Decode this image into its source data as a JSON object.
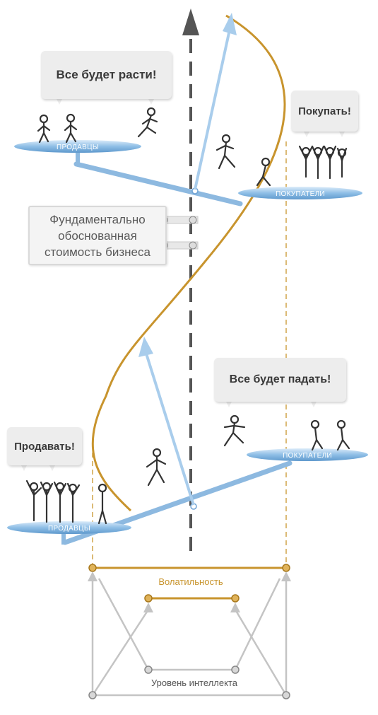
{
  "bubbles": {
    "top_left": "Все будет расти!",
    "top_right": "Покупать!",
    "mid_right": "Все будет падать!",
    "bottom_left": "Продавать!"
  },
  "plates": {
    "top_left": "ПРОДАВЦЫ",
    "top_right": "ПОКУПАТЕЛИ",
    "mid_right": "ПОКУПАТЕЛИ",
    "bottom_left": "ПРОДАВЦЫ"
  },
  "value_box": {
    "line1": "Фундаментально",
    "line2": "обоснованная",
    "line3": "стоимость бизнеса"
  },
  "labels": {
    "volatility": "Волатильность",
    "intelligence": "Уровень интеллекта"
  },
  "colors": {
    "gold": "#c8942d",
    "blue": "#a9cdec",
    "blue_dark": "#6fa3d4",
    "gray": "#bdbdbd",
    "dark": "#555555"
  }
}
